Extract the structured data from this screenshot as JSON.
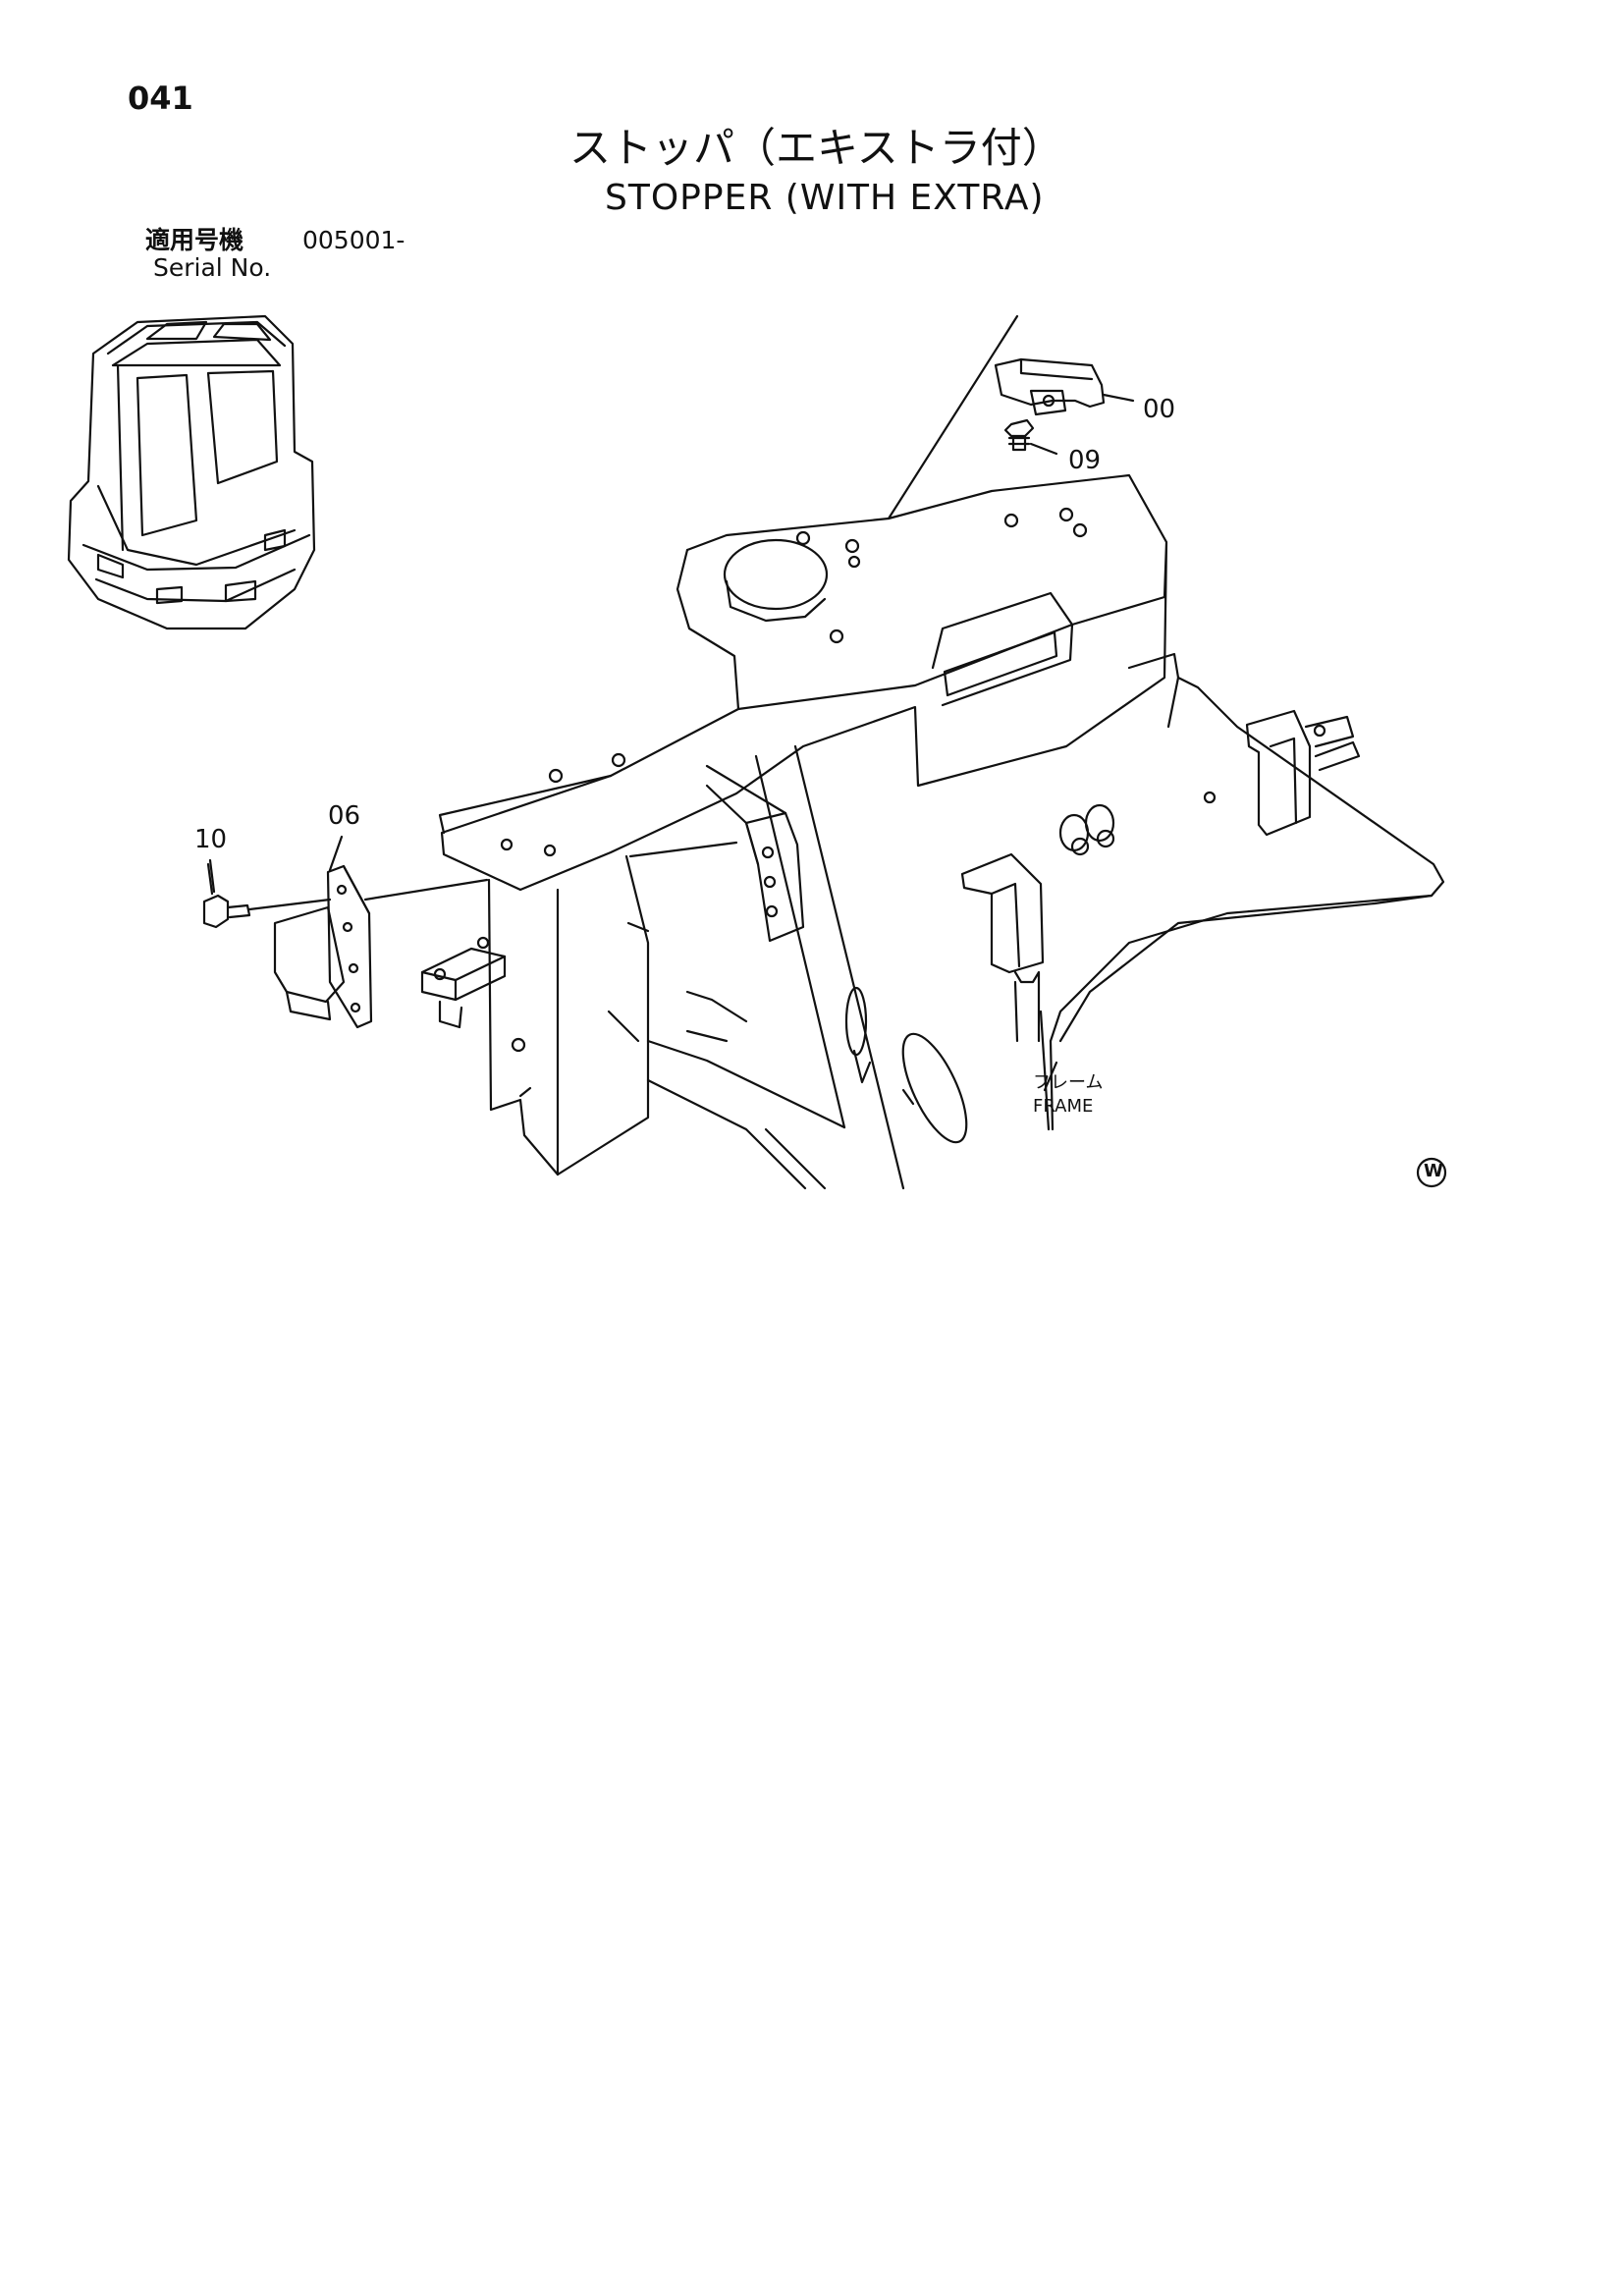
{
  "header": {
    "page_number": "041",
    "title_jp": "ストッパ（エキストラ付）",
    "title_en": "STOPPER (WITH EXTRA)",
    "serial_label_jp": "適用号機",
    "serial_range": "005001-",
    "serial_label_en": "Serial No."
  },
  "callouts": {
    "part_00": "00",
    "part_09": "09",
    "part_06": "06",
    "part_10": "10"
  },
  "frame_label": {
    "jp": "フレーム",
    "en": "FRAME"
  },
  "mark": "W"
}
